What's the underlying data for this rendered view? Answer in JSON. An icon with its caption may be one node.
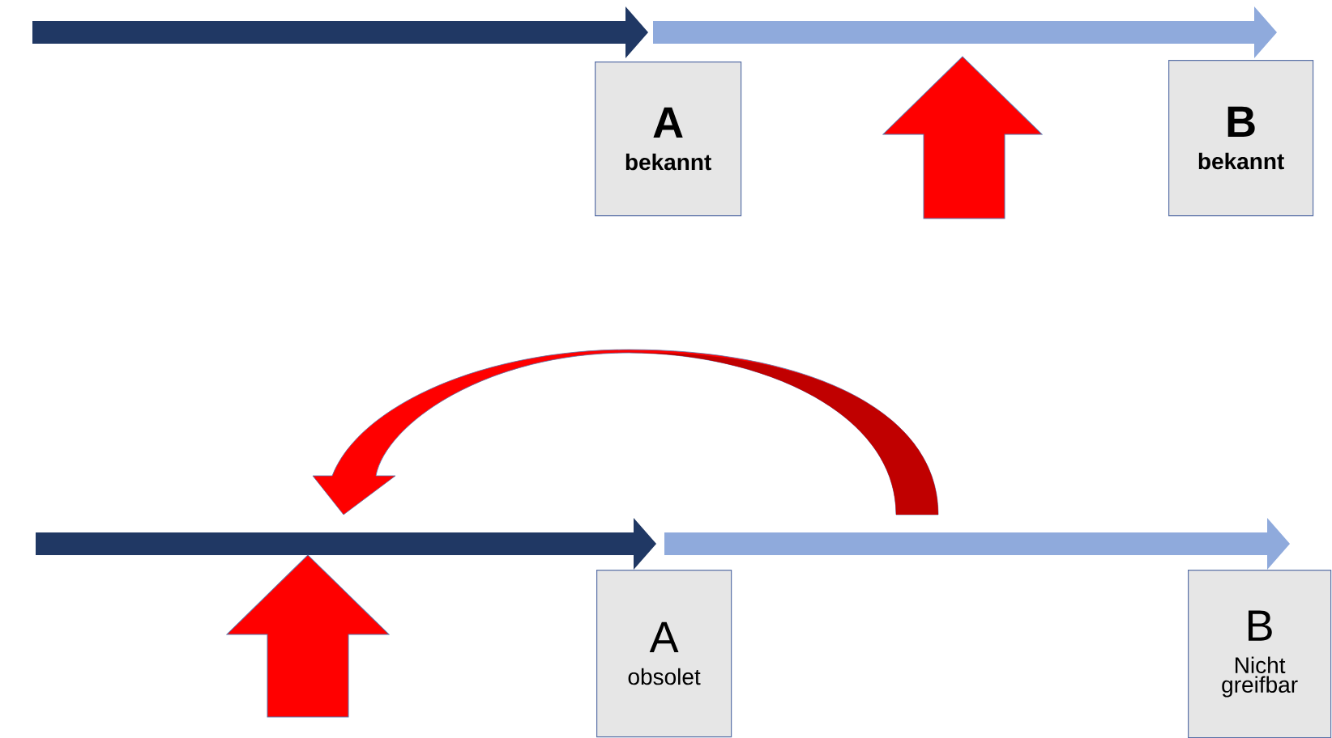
{
  "diagram": {
    "nodes": [
      {
        "text": [
          "A",
          "bekannt"
        ]
      },
      {
        "text": [
          "B",
          "bekannt"
        ]
      },
      {
        "text": [
          "A",
          "obsolet"
        ]
      },
      {
        "text": [
          "B",
          "Nicht greifbar"
        ]
      }
    ]
  }
}
